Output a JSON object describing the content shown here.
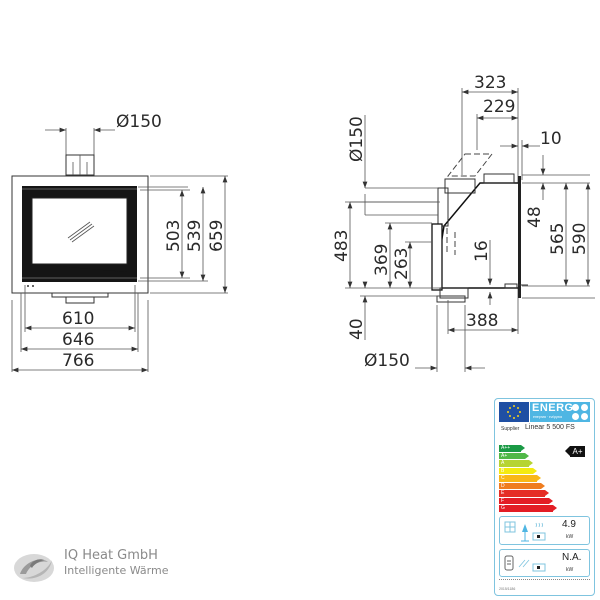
{
  "front_view": {
    "flue_diameter": "Ø150",
    "heights": [
      "503",
      "539",
      "659"
    ],
    "widths": [
      "610",
      "646",
      "766"
    ]
  },
  "side_view": {
    "top_dims": [
      "323",
      "229",
      "10"
    ],
    "flue_diameter_top": "Ø150",
    "left_heights": [
      "483",
      "369",
      "263",
      "40"
    ],
    "right_heights": [
      "48",
      "565",
      "590"
    ],
    "inner_dim": "16",
    "depth_bottom": "388",
    "flue_diameter_bottom": "Ø150"
  },
  "energy_label": {
    "header": "ENERG",
    "header_sub": "енергия · ενέργεια",
    "supplier": "Supplier",
    "model": "Linear 5 500 FS",
    "scale": [
      {
        "label": "A++",
        "color": "#1a9a45",
        "width": 22
      },
      {
        "label": "A+",
        "color": "#50b848",
        "width": 26
      },
      {
        "label": "A",
        "color": "#b6d433",
        "width": 30
      },
      {
        "label": "B",
        "color": "#f4ea10",
        "width": 34
      },
      {
        "label": "C",
        "color": "#f9b716",
        "width": 38
      },
      {
        "label": "D",
        "color": "#ef7d1f",
        "width": 42
      },
      {
        "label": "E",
        "color": "#e52d25",
        "width": 46
      },
      {
        "label": "F",
        "color": "#e31d25",
        "width": 50
      },
      {
        "label": "G",
        "color": "#e31d25",
        "width": 54
      }
    ],
    "rating": "A+",
    "direct_heat_value": "4.9",
    "direct_heat_unit": "kW",
    "indirect_heat_value": "N.A.",
    "indirect_heat_unit": "kW",
    "regulation": "2015/1186"
  },
  "company": {
    "name": "IQ Heat GmbH",
    "tagline": "Intelligente Wärme"
  }
}
